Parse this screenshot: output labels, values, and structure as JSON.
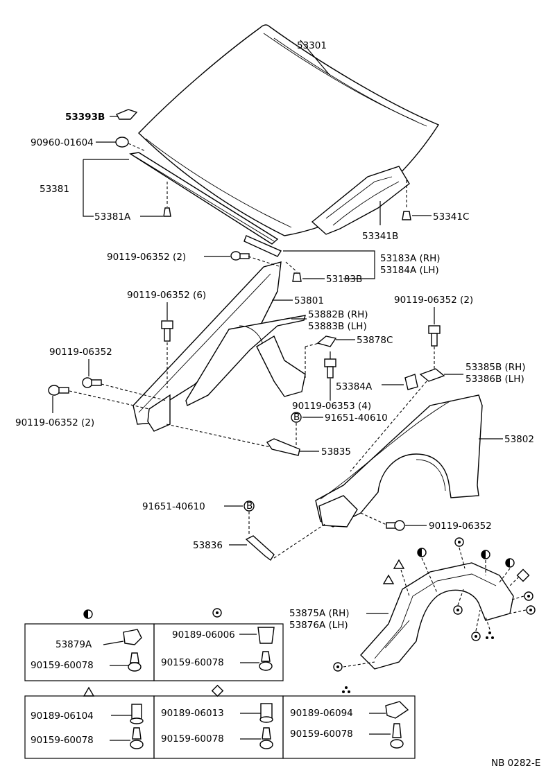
{
  "parts": {
    "p53301": "53301",
    "p53393B": "53393B",
    "p90960": "90960-01604",
    "p53381": "53381",
    "p53381A": "53381A",
    "p53341C": "53341C",
    "p53341B": "53341B",
    "p90119_a": "90119-06352 (2)",
    "p53183A": "53183A (RH)",
    "p53184A": "53184A (LH)",
    "p53183B": "53183B",
    "p90119_b": "90119-06352 (6)",
    "p53801": "53801",
    "p90119_c": "90119-06352 (2)",
    "p53882B": "53882B (RH)",
    "p53883B": "53883B (LH)",
    "p53878C": "53878C",
    "p90119_d": "90119-06352",
    "p53385B": "53385B (RH)",
    "p53386B": "53386B (LH)",
    "p53384A": "53384A",
    "p90119_e": "90119-06353 (4)",
    "p90119_f": "90119-06352 (2)",
    "p91651_a": "91651-40610",
    "p53835": "53835",
    "p53802": "53802",
    "p91651_b": "91651-40610",
    "p53836": "53836",
    "p90119_g": "90119-06352",
    "p53875A": "53875A (RH)",
    "p53876A": "53876A (LH)"
  },
  "legend_boxes": {
    "half_circle": {
      "top": "53879A",
      "bottom": "90159-60078"
    },
    "ring": {
      "top": "90189-06006",
      "bottom": "90159-60078"
    },
    "triangle": {
      "top": "90189-06104",
      "bottom": "90159-60078"
    },
    "diamond": {
      "top": "90189-06013",
      "bottom": "90159-60078"
    },
    "dots": {
      "top": "90189-06094",
      "bottom": "90159-60078"
    }
  },
  "marker_b": "B",
  "footer": "NB  0282-E"
}
